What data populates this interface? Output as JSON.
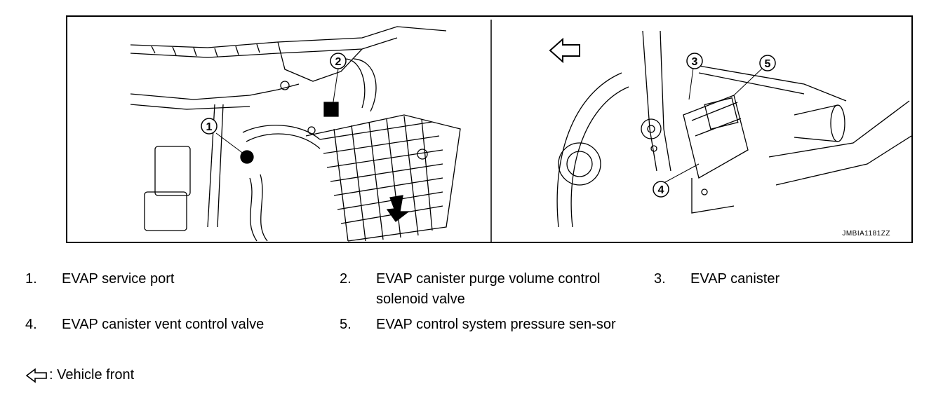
{
  "figure": {
    "code": "JMBIA1181ZZ",
    "callouts": [
      "1",
      "2",
      "3",
      "4",
      "5"
    ]
  },
  "legend": [
    {
      "num": "1.",
      "text": "EVAP service port"
    },
    {
      "num": "2.",
      "text": "EVAP canister purge volume control solenoid valve"
    },
    {
      "num": "3.",
      "text": "EVAP canister"
    },
    {
      "num": "4.",
      "text": "EVAP canister vent control valve"
    },
    {
      "num": "5.",
      "text": "EVAP control system pressure sen-sor"
    }
  ],
  "note": {
    "icon": "outline-arrow-left-icon",
    "text": ": Vehicle front"
  }
}
